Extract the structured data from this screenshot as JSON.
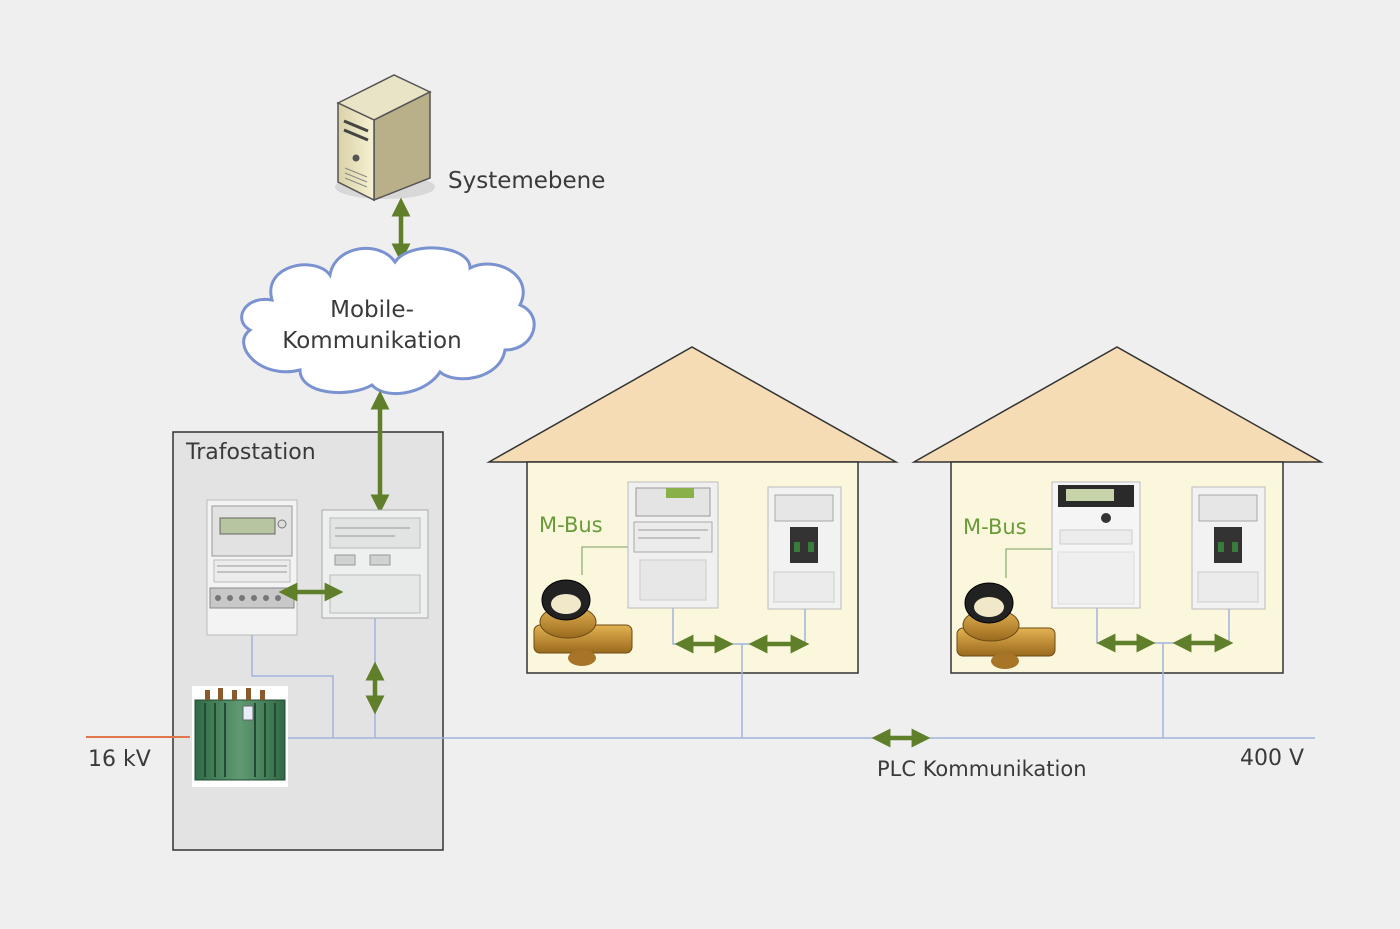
{
  "labels": {
    "system_level": "Systemebene",
    "cloud_line1": "Mobile-",
    "cloud_line2": "Kommunikation",
    "substation": "Trafostation",
    "mbus_1": "M-Bus",
    "mbus_2": "M-Bus",
    "voltage_medium": "16 kV",
    "voltage_low": "400 V",
    "plc": "PLC Kommunikation"
  },
  "colors": {
    "background": "#efefef",
    "arrow": "#5f7f2a",
    "bus_line": "#9fb4dc",
    "medium_voltage_line": "#e0764a",
    "cloud_stroke": "#7a93d0",
    "house_wall": "#fbf7dc",
    "house_roof": "#f5dcb4",
    "substation_fill": "#e3e3e3",
    "transformer": "#3f7a54",
    "water_meter_brass": "#c48a2c"
  },
  "icons": {
    "server": "server-tower-icon",
    "cloud": "cloud-icon",
    "meter": "electricity-meter-icon",
    "data_concentrator": "data-concentrator-icon",
    "transformer": "transformer-icon",
    "water_meter": "water-meter-icon"
  }
}
